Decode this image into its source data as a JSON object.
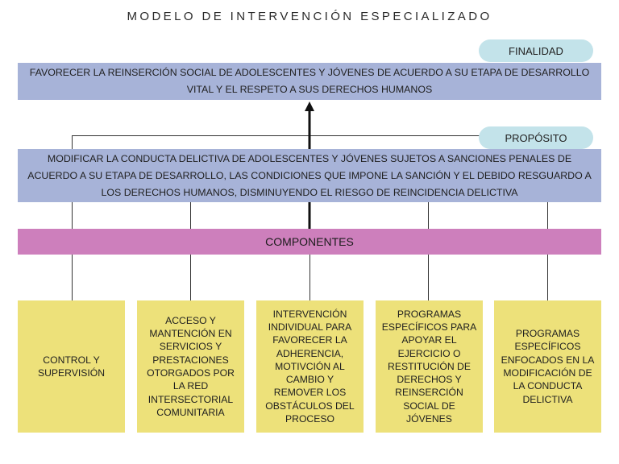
{
  "title": "MODELO DE INTERVENCIÓN ESPECIALIZADO",
  "finalidad": {
    "label": "FINALIDAD",
    "text": "FAVORECER LA REINSERCIÓN SOCIAL DE ADOLESCENTES Y JÓVENES DE ACUERDO A SU ETAPA DE DESARROLLO VITAL Y EL RESPETO A SUS DERECHOS HUMANOS"
  },
  "proposito": {
    "label": "PROPÓSITO",
    "text": "MODIFICAR LA CONDUCTA DELICTIVA DE ADOLESCENTES Y JÓVENES SUJETOS A SANCIONES PENALES DE ACUERDO A SU ETAPA DE DESARROLLO, LAS CONDICIONES QUE IMPONE LA SANCIÓN Y EL DEBIDO RESGUARDO A LOS DERECHOS HUMANOS, DISMINUYENDO EL RIESGO DE REINCIDENCIA DELICTIVA"
  },
  "componentes": {
    "label": "COMPONENTES",
    "items": [
      "CONTROL Y SUPERVISIÓN",
      "ACCESO Y MANTENCIÓN EN SERVICIOS Y PRESTACIONES OTORGADOS POR LA RED INTERSECTORIAL COMUNITARIA",
      "INTERVENCIÓN INDIVIDUAL PARA FAVORECER LA ADHERENCIA, MOTIVCIÓN AL CAMBIO Y REMOVER LOS OBSTÁCULOS DEL PROCESO",
      "PROGRAMAS ESPECÍFICOS PARA APOYAR EL EJERCICIO O RESTITUCIÓN DE DERECHOS Y REINSERCIÓN SOCIAL DE JÓVENES",
      "PROGRAMAS ESPECÍFICOS ENFOCADOS EN LA MODIFICACIÓN DE LA CONDUCTA DELICTIVA"
    ]
  },
  "colors": {
    "band_blue": "#a7b3d8",
    "pill_cyan": "#c3e3ea",
    "components_magenta": "#cd7fbc",
    "box_yellow": "#ede17a"
  }
}
